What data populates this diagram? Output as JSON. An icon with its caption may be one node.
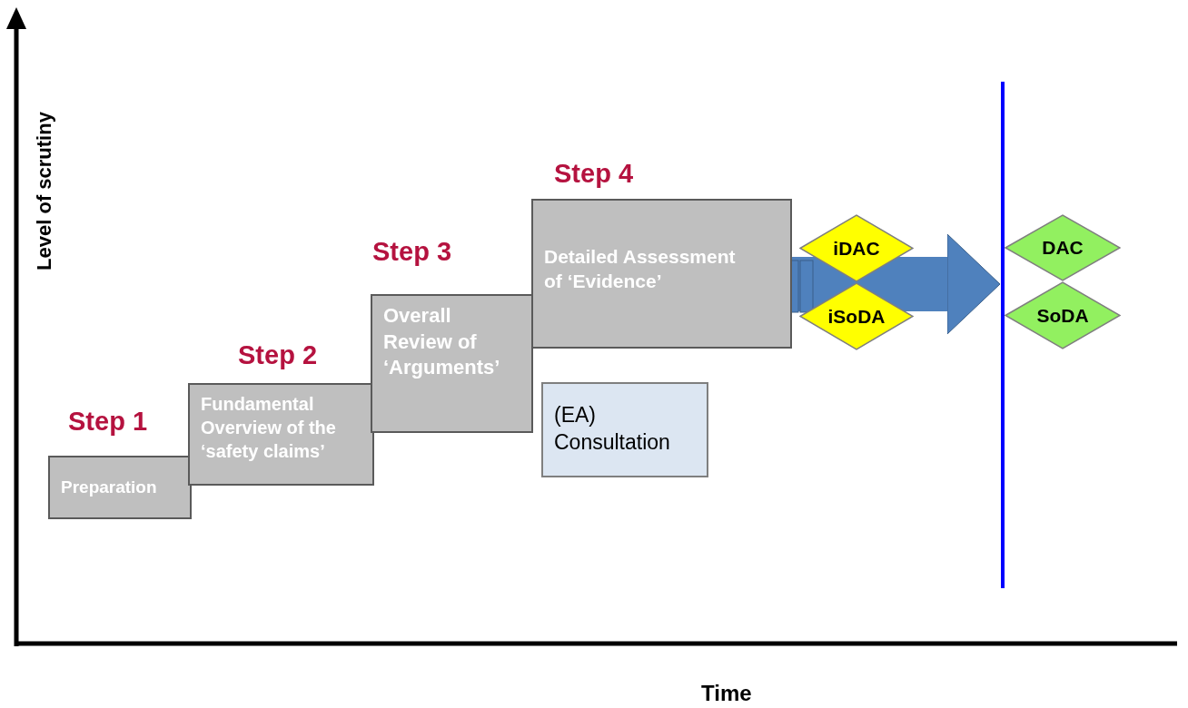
{
  "diagram": {
    "nodes": [
      {
        "text": [
          "Preparation"
        ],
        "beside": [
          "Step 1"
        ]
      },
      {
        "text": [
          "Fundamental Overview of the ‘safety claims’"
        ],
        "beside": [
          "Step 2"
        ]
      },
      {
        "text": [
          "Overall Review of ‘Arguments’"
        ],
        "beside": [
          "Step 3"
        ]
      },
      {
        "text": [
          "Detailed Assessment of ‘Evidence’"
        ],
        "beside": [
          "Step 4"
        ]
      },
      {
        "text": [
          "(EA) Consultation"
        ]
      },
      {
        "text": [
          "iDAC"
        ]
      },
      {
        "text": [
          "iSoDA"
        ]
      },
      {
        "text": [
          "DAC"
        ]
      },
      {
        "text": [
          "SoDA"
        ]
      },
      {
        "text": [],
        "shape": "bar"
      }
    ],
    "edges": [
      {
        "from": 3,
        "to": 9,
        "arrow": "to",
        "color": "#4f81bd"
      }
    ],
    "labels": [
      "Level of scrutiny",
      "Time"
    ]
  }
}
